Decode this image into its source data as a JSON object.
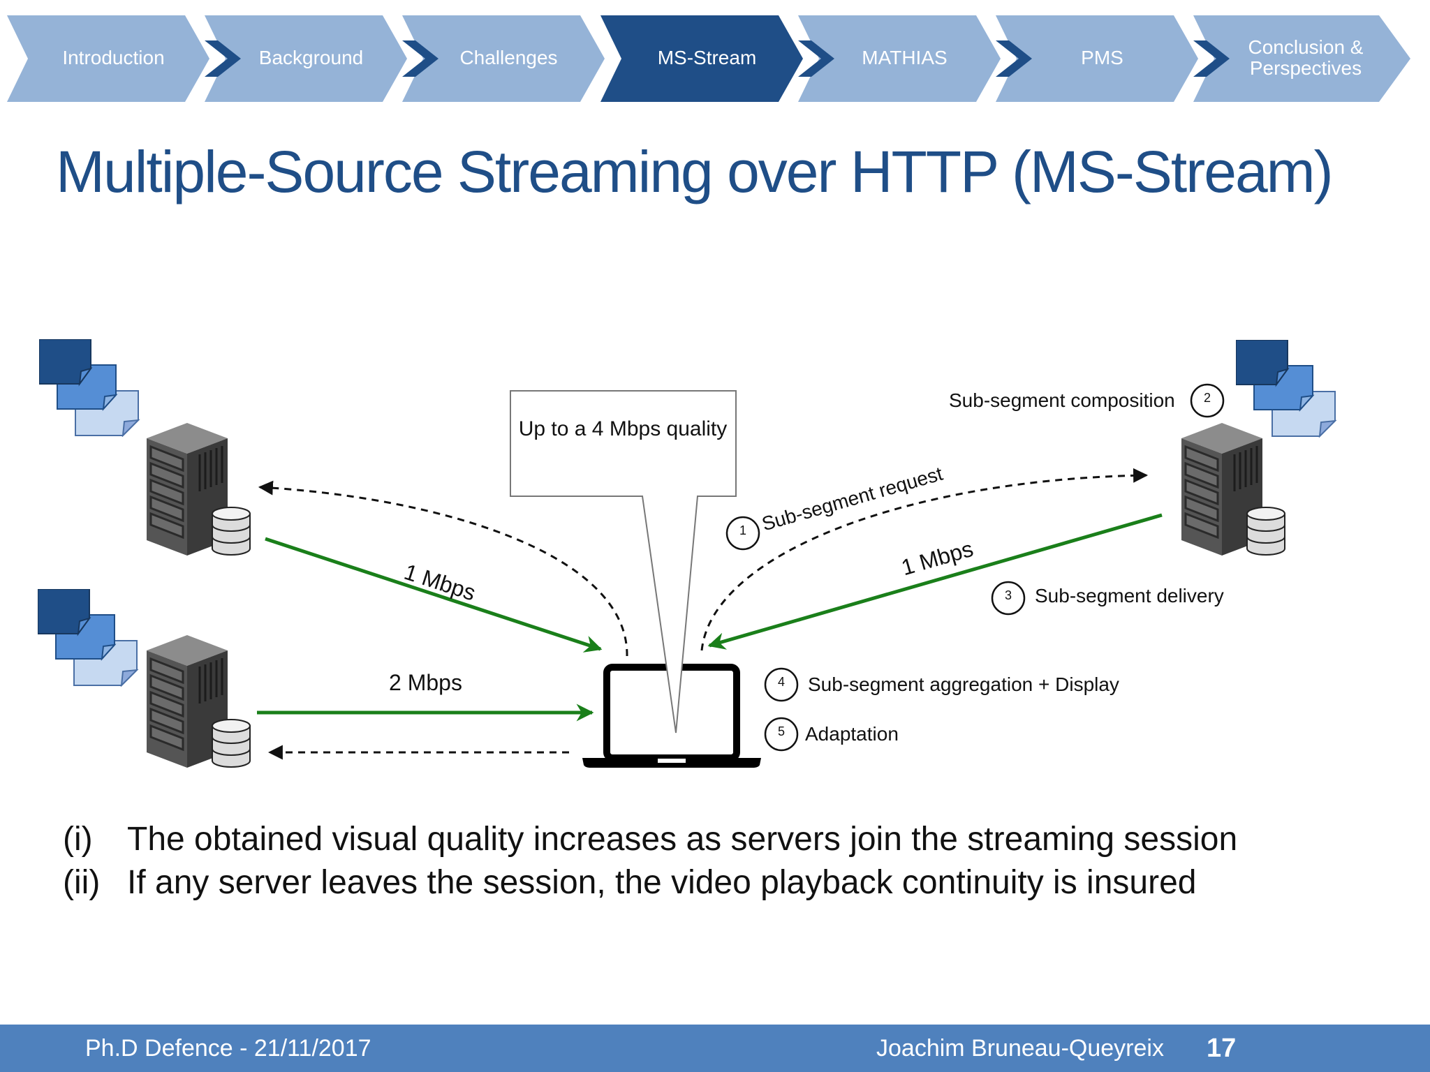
{
  "nav": {
    "active_index": 3,
    "items": [
      {
        "label": "Introduction"
      },
      {
        "label": "Background"
      },
      {
        "label": "Challenges"
      },
      {
        "label": "MS-Stream"
      },
      {
        "label": "MATHIAS"
      },
      {
        "label": "PMS"
      },
      {
        "label": "Conclusion & Perspectives"
      }
    ]
  },
  "title": "Multiple-Source Streaming over HTTP (MS-Stream)",
  "diagram": {
    "callout": "Up to a 4 Mbps quality",
    "links": {
      "server_top_left_rate": "1 Mbps",
      "server_bottom_left_rate": "2 Mbps",
      "server_right_rate": "1 Mbps"
    },
    "steps": [
      {
        "number": "1",
        "label": "Sub-segment request"
      },
      {
        "number": "2",
        "label": "Sub-segment composition"
      },
      {
        "number": "3",
        "label": "Sub-segment delivery"
      },
      {
        "number": "4",
        "label": "Sub-segment aggregation + Display"
      },
      {
        "number": "5",
        "label": "Adaptation"
      }
    ]
  },
  "bullets": [
    {
      "marker": "(i)",
      "text": "The obtained visual quality increases as servers join the streaming session"
    },
    {
      "marker": "(ii)",
      "text": "If any server leaves the session, the video playback continuity is insured"
    }
  ],
  "footer": {
    "left": "Ph.D Defence - 21/11/2017",
    "author": "Joachim Bruneau-Queyreix",
    "page": "17"
  },
  "colors": {
    "nav_active": "#1f4e87",
    "nav_inactive": "#95b3d7",
    "nav_chevron": "#1f4e87",
    "title": "#1f4e87",
    "rate_arrow": "#1a7f1a",
    "footer": "#4f81bd"
  }
}
